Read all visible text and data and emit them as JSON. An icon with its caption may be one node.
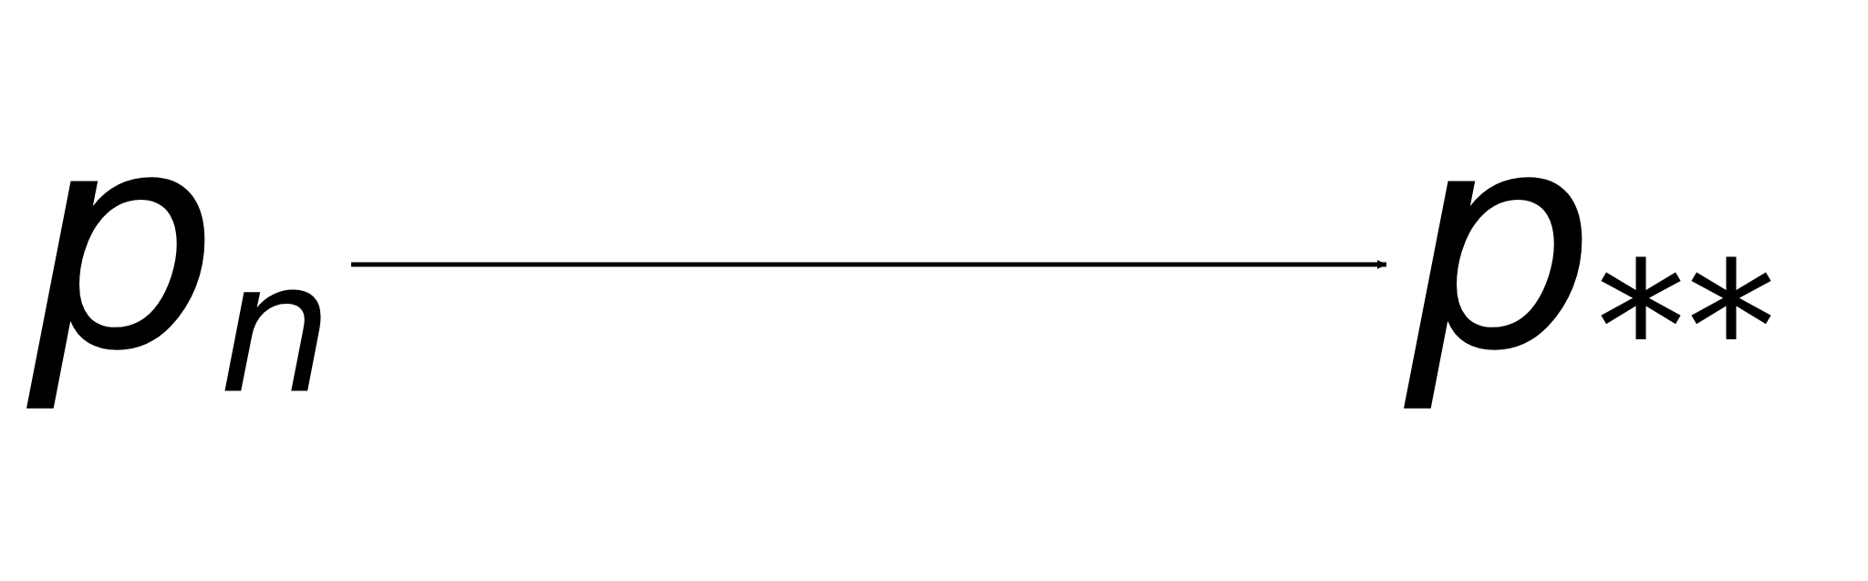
{
  "diagram": {
    "nodes": [
      {
        "text": [
          "p$_{n}$"
        ]
      },
      {
        "text": [
          "p$_{**}$"
        ]
      }
    ],
    "edges": [
      {
        "from": 0,
        "to": 1,
        "arrow": "to"
      }
    ]
  }
}
